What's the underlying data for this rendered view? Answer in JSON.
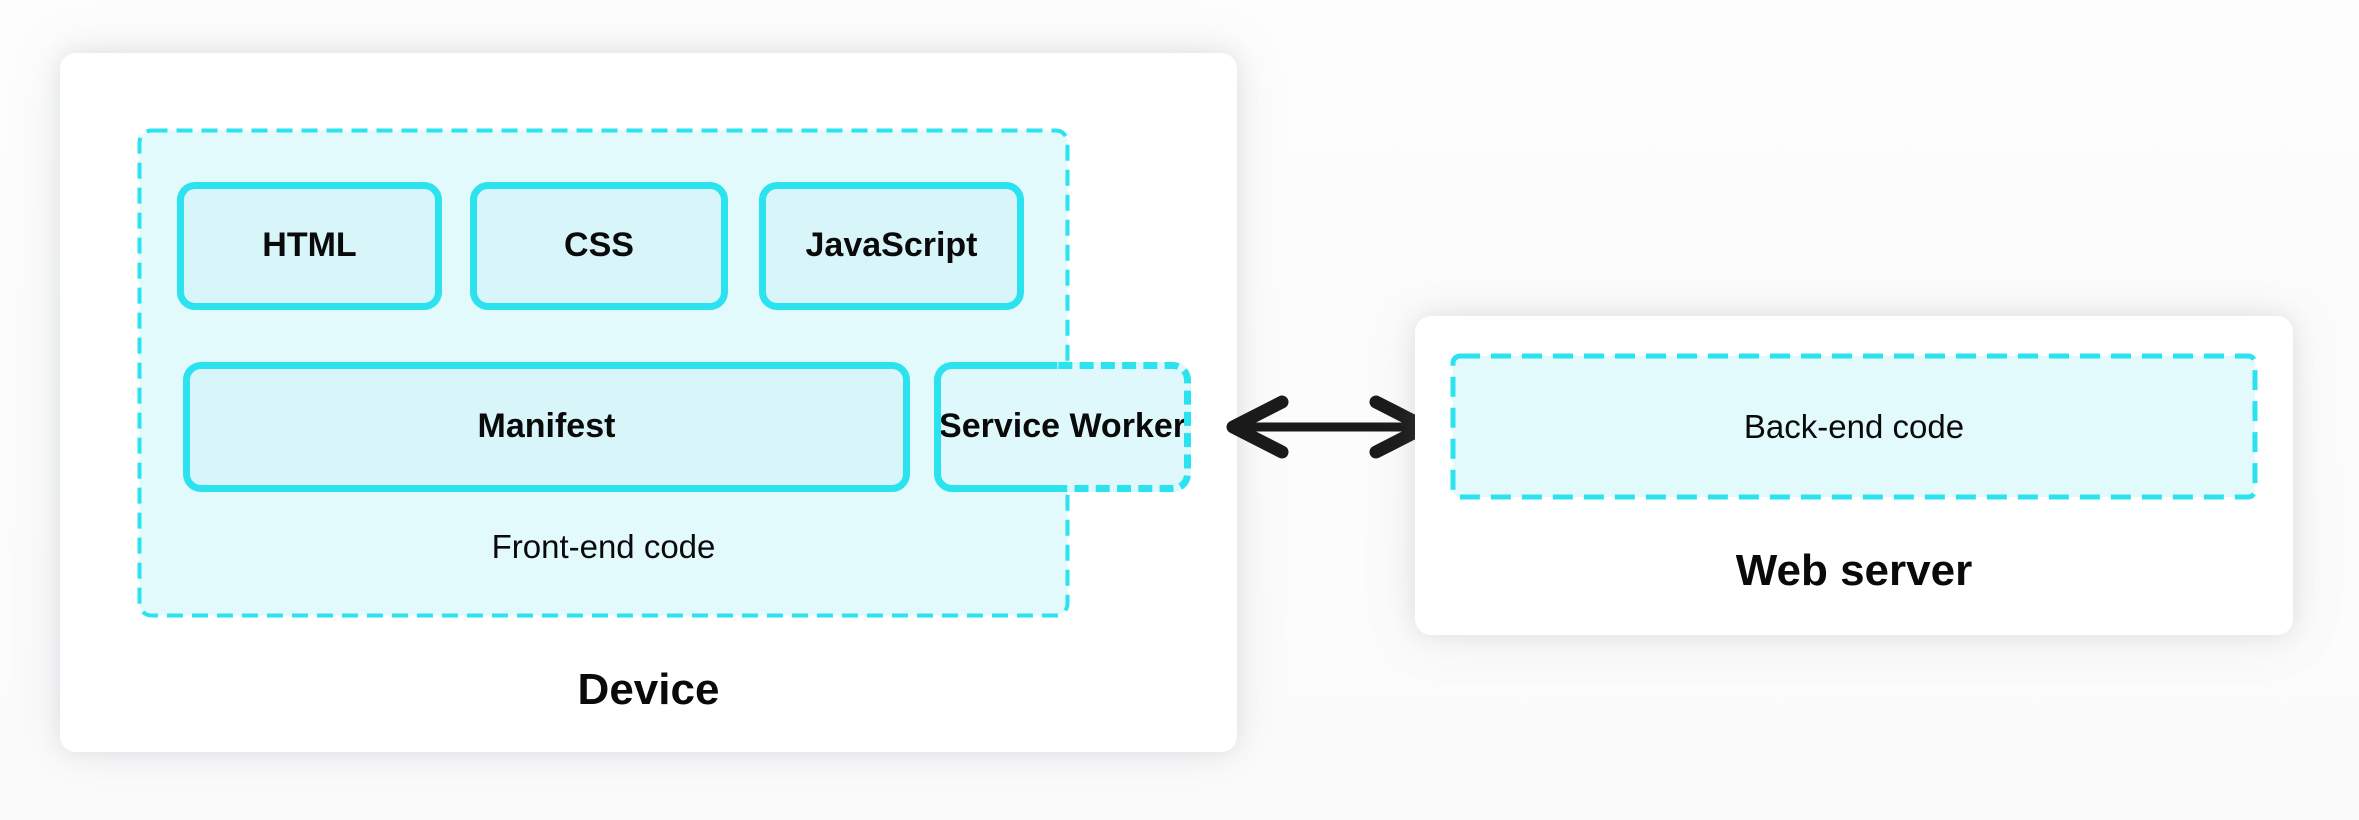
{
  "diagram": {
    "device": {
      "title": "Device",
      "frontend": {
        "label": "Front-end code",
        "boxes": [
          "HTML",
          "CSS",
          "JavaScript"
        ],
        "manifest_label": "Manifest"
      },
      "service_worker_label": "Service Worker"
    },
    "connection": {
      "arrow_icon": "bidirectional-arrow",
      "arrow_color": "#1a1a1a"
    },
    "server": {
      "title": "Web server",
      "backend_label": "Back-end code"
    },
    "colors": {
      "cyan_border": "#2be2ef",
      "container_fill": "#e3fafc",
      "box_fill": "#d8f6fa",
      "panel_fill": "#ffffff",
      "text": "#0a0a0a"
    }
  }
}
